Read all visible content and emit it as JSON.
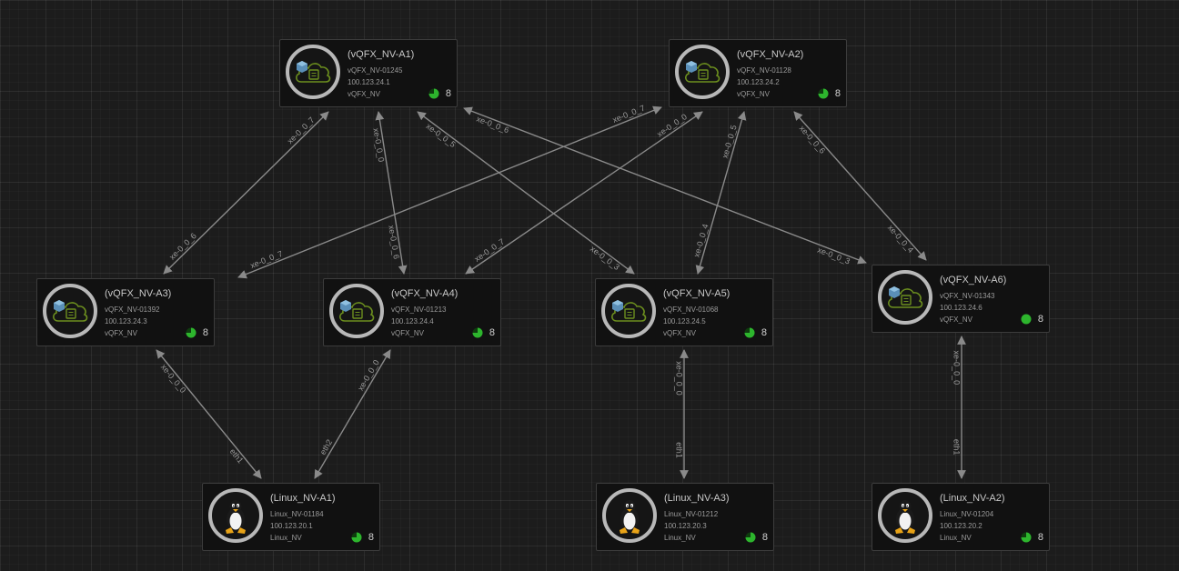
{
  "colors": {
    "background": "#1c1c1c",
    "link": "#8a8a8a",
    "status_green": "#2db52d",
    "router_icon": "#6c8f1e",
    "ring": "#b8b8b8"
  },
  "nodes": [
    {
      "key": "vqfx-nv-a1",
      "type": "router",
      "title": "(vQFX_NV-A1)",
      "name": "vQFX_NV-01245",
      "ip": "100.123.24.1",
      "family": "vQFX_NV",
      "count": "8",
      "status_level": 0.75,
      "status_icon": "status-pie-icon"
    },
    {
      "key": "vqfx-nv-a2",
      "type": "router",
      "title": "(vQFX_NV-A2)",
      "name": "vQFX_NV-01128",
      "ip": "100.123.24.2",
      "family": "vQFX_NV",
      "count": "8",
      "status_level": 0.75,
      "status_icon": "status-pie-icon"
    },
    {
      "key": "vqfx-nv-a3",
      "type": "router",
      "title": "(vQFX_NV-A3)",
      "name": "vQFX_NV-01392",
      "ip": "100.123.24.3",
      "family": "vQFX_NV",
      "count": "8",
      "status_level": 0.75,
      "status_icon": "status-pie-icon"
    },
    {
      "key": "vqfx-nv-a4",
      "type": "router",
      "title": "(vQFX_NV-A4)",
      "name": "vQFX_NV-01213",
      "ip": "100.123.24.4",
      "family": "vQFX_NV",
      "count": "8",
      "status_level": 0.75,
      "status_icon": "status-pie-icon"
    },
    {
      "key": "vqfx-nv-a5",
      "type": "router",
      "title": "(vQFX_NV-A5)",
      "name": "vQFX_NV-01068",
      "ip": "100.123.24.5",
      "family": "vQFX_NV",
      "count": "8",
      "status_level": 0.75,
      "status_icon": "status-pie-icon"
    },
    {
      "key": "vqfx-nv-a6",
      "type": "router",
      "title": "(vQFX_NV-A6)",
      "name": "vQFX_NV-01343",
      "ip": "100.123.24.6",
      "family": "vQFX_NV",
      "count": "8",
      "status_level": 1.0,
      "status_icon": "status-dot-icon"
    },
    {
      "key": "linux-nv-a1",
      "type": "linux",
      "title": "(Linux_NV-A1)",
      "name": "Linux_NV-01184",
      "ip": "100.123.20.1",
      "family": "Linux_NV",
      "count": "8",
      "status_level": 0.75,
      "status_icon": "status-pie-icon"
    },
    {
      "key": "linux-nv-a3",
      "type": "linux",
      "title": "(Linux_NV-A3)",
      "name": "Linux_NV-01212",
      "ip": "100.123.20.3",
      "family": "Linux_NV",
      "count": "8",
      "status_level": 0.75,
      "status_icon": "status-pie-icon"
    },
    {
      "key": "linux-nv-a2",
      "type": "linux",
      "title": "(Linux_NV-A2)",
      "name": "Linux_NV-01204",
      "ip": "100.123.20.2",
      "family": "Linux_NV",
      "count": "8",
      "status_level": 0.75,
      "status_icon": "status-pie-icon"
    }
  ],
  "links": [
    {
      "from": "vqfx-nv-a1",
      "to": "vqfx-nv-a3",
      "from_port": "xe-0_0_7",
      "to_port": "xe-0_0_6"
    },
    {
      "from": "vqfx-nv-a1",
      "to": "vqfx-nv-a4",
      "from_port": "xe-0_0_0",
      "to_port": "xe-0_0_6"
    },
    {
      "from": "vqfx-nv-a1",
      "to": "vqfx-nv-a5",
      "from_port": "xe-0_0_5",
      "to_port": "xe-0_0_3"
    },
    {
      "from": "vqfx-nv-a1",
      "to": "vqfx-nv-a6",
      "from_port": "xe-0_0_6",
      "to_port": "xe-0_0_3"
    },
    {
      "from": "vqfx-nv-a2",
      "to": "vqfx-nv-a3",
      "from_port": "xe-0_0_7",
      "to_port": "xe-0_0_7"
    },
    {
      "from": "vqfx-nv-a2",
      "to": "vqfx-nv-a4",
      "from_port": "xe-0_0_0",
      "to_port": "xe-0_0_7"
    },
    {
      "from": "vqfx-nv-a2",
      "to": "vqfx-nv-a5",
      "from_port": "xe-0_0_5",
      "to_port": "xe-0_0_4"
    },
    {
      "from": "vqfx-nv-a2",
      "to": "vqfx-nv-a6",
      "from_port": "xe-0_0_6",
      "to_port": "xe-0_0_4"
    },
    {
      "from": "vqfx-nv-a3",
      "to": "linux-nv-a1",
      "from_port": "xe-0_0_0",
      "to_port": "eth1"
    },
    {
      "from": "vqfx-nv-a4",
      "to": "linux-nv-a1",
      "from_port": "xe-0_0_0",
      "to_port": "eth2"
    },
    {
      "from": "vqfx-nv-a5",
      "to": "linux-nv-a3",
      "from_port": "xe-0_0_0",
      "to_port": "eth1"
    },
    {
      "from": "vqfx-nv-a6",
      "to": "linux-nv-a2",
      "from_port": "xe-0_0_0",
      "to_port": "eth1"
    }
  ]
}
